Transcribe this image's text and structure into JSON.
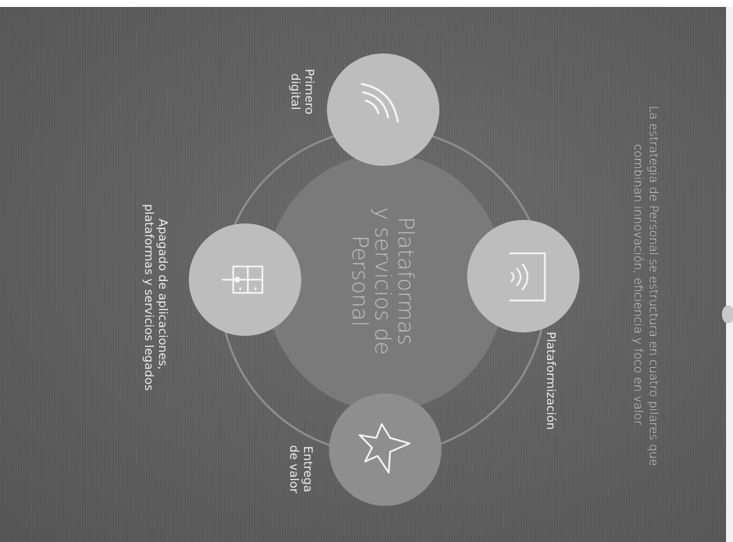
{
  "description": "La estrategia de Personal se estructura en cuatro pilares que combinan innovación, eficiencia y foco en valor.",
  "center": {
    "title": "Plataformas y servicios de Personal"
  },
  "pillars": {
    "primero": {
      "label": "Primero digital",
      "icon": "wifi-waves-icon"
    },
    "plataform": {
      "label": "Plataformización",
      "icon": "tablet-signal-icon"
    },
    "entrega": {
      "label": "Entrega de valor",
      "icon": "star-outline-icon"
    },
    "apagado": {
      "label": "Apagado de aplicaciones, plataformas y servicios legados",
      "icon": "server-cabinet-icon"
    }
  },
  "colors": {
    "background": "#5e5e5e",
    "node_light": "#bdbdbd",
    "node_dark": "#8e8e8e",
    "ring": "#8d8d8d",
    "core": "#7a7a7a"
  }
}
